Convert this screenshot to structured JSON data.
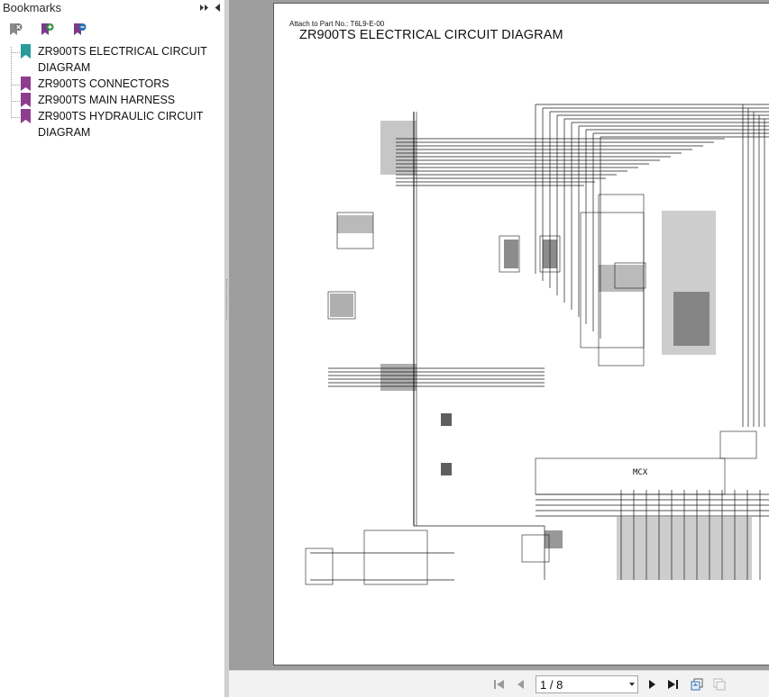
{
  "bookmarks_panel": {
    "title": "Bookmarks",
    "items": [
      {
        "label": "ZR900TS ELECTRICAL CIRCUIT DIAGRAM",
        "selected": true,
        "flag_color": "#2a9a9a"
      },
      {
        "label": "ZR900TS CONNECTORS",
        "selected": false,
        "flag_color": "#8e3d8e"
      },
      {
        "label": "ZR900TS MAIN HARNESS",
        "selected": false,
        "flag_color": "#8e3d8e"
      },
      {
        "label": "ZR900TS HYDRAULIC CIRCUIT DIAGRAM",
        "selected": false,
        "flag_color": "#8e3d8e"
      }
    ],
    "header_icons": [
      "double-chevron-right-icon",
      "collapse-panel-icon"
    ],
    "toolbar_icons": [
      "delete-bookmark-icon",
      "add-bookmark-icon",
      "bookmark-properties-icon"
    ]
  },
  "document": {
    "subtitle": "Attach to Part No.: T6L9-E-00",
    "title": "ZR900TS ELECTRICAL CIRCUIT DIAGRAM",
    "block_label": "MCX"
  },
  "navigation": {
    "page_display": "1 / 8",
    "icons": [
      "first-page-icon",
      "previous-page-icon",
      "next-page-icon",
      "last-page-icon",
      "previous-view-icon",
      "next-view-icon"
    ]
  },
  "colors": {
    "viewer_background": "#9e9e9e",
    "panel_border": "#c9c9c9",
    "bookmark_teal": "#2a9a9a",
    "bookmark_purple": "#8e3d8e"
  }
}
